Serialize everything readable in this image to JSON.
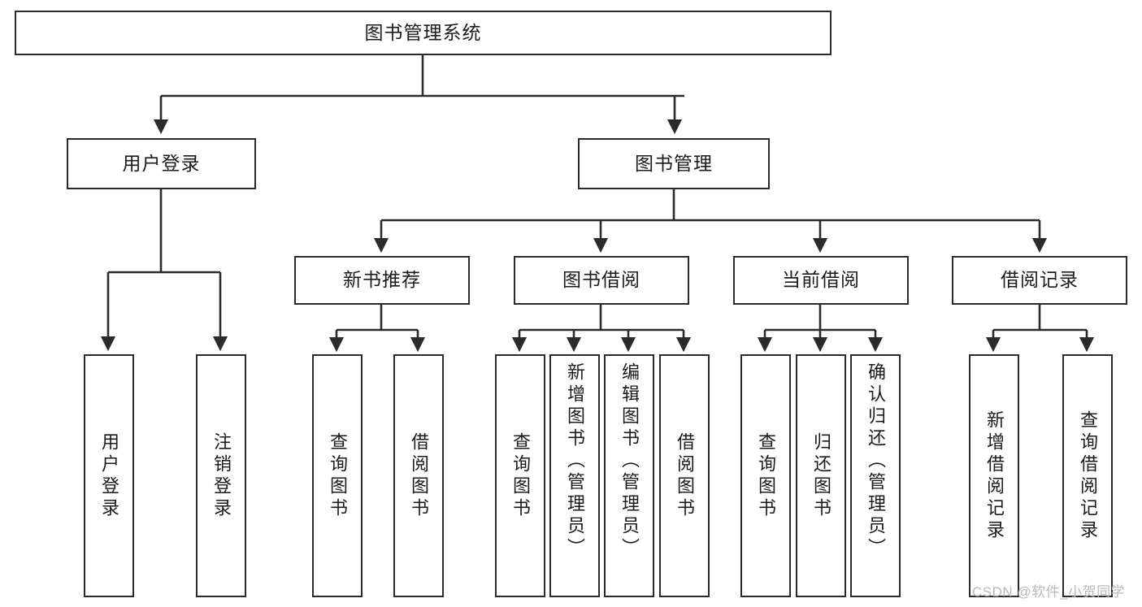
{
  "diagram": {
    "title": "图书管理系统",
    "watermark": "CSDN @软件_小贺同学",
    "stroke_color": "#2b2b2b",
    "fill_color": "#ffffff",
    "text_color": "#1b1b1b",
    "type": "tree-hierarchy-diagram",
    "levels": 4
  },
  "nodes": {
    "root": {
      "label": "图书管理系统"
    },
    "level2": [
      {
        "label": "用户登录"
      },
      {
        "label": "图书管理"
      }
    ],
    "level3": [
      {
        "label": "新书推荐"
      },
      {
        "label": "图书借阅"
      },
      {
        "label": "当前借阅"
      },
      {
        "label": "借阅记录"
      }
    ],
    "leaves": [
      {
        "label": "用户登录"
      },
      {
        "label": "注销登录"
      },
      {
        "label": "查询图书"
      },
      {
        "label": "借阅图书"
      },
      {
        "label": "查询图书"
      },
      {
        "label": "新增图书（管理员）"
      },
      {
        "label": "编辑图书（管理员）"
      },
      {
        "label": "借阅图书"
      },
      {
        "label": "查询图书"
      },
      {
        "label": "归还图书"
      },
      {
        "label": "确认归还（管理员）"
      },
      {
        "label": "新增借阅记录"
      },
      {
        "label": "查询借阅记录"
      }
    ]
  }
}
